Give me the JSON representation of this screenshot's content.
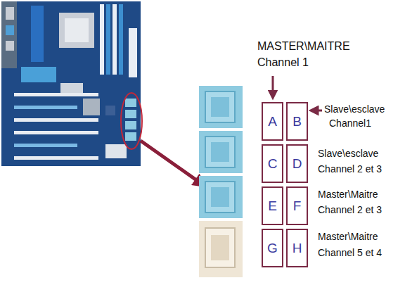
{
  "diagram": {
    "nodes": [
      {
        "text": [
          "A"
        ]
      },
      {
        "text": [
          "B"
        ]
      },
      {
        "text": [
          "C"
        ]
      },
      {
        "text": [
          "D"
        ]
      },
      {
        "text": [
          "E"
        ]
      },
      {
        "text": [
          "F"
        ]
      },
      {
        "text": [
          "G"
        ]
      },
      {
        "text": [
          "H"
        ]
      }
    ],
    "labels": [
      "MASTER\\MAITRE",
      "Channel 1",
      "Slave\\esclave",
      "Channel1",
      "Slave\\esclave",
      "Channel 2 et 3",
      "Master\\Maitre",
      "Channel 2 et 3",
      "Master\\Maitre",
      "Channel 5 et 4"
    ]
  }
}
